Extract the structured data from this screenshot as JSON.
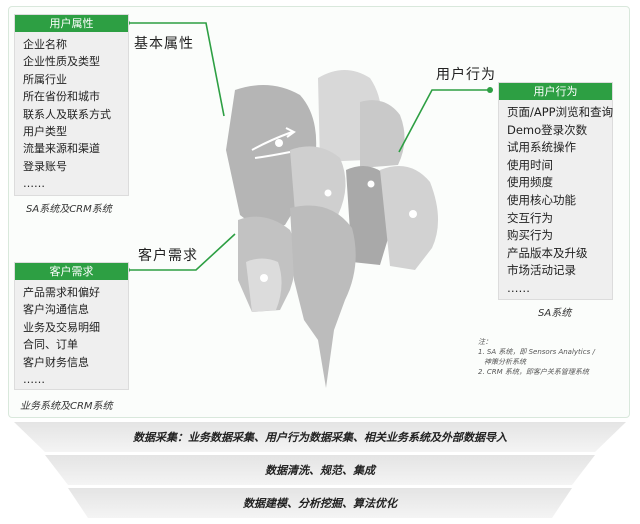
{
  "connectors": {
    "basic": "基本属性",
    "behavior": "用户行为",
    "needs": "客户需求"
  },
  "panels": {
    "attributes": {
      "title": "用户属性",
      "items": [
        "企业名称",
        "企业性质及类型",
        "所属行业",
        "所在省份和城市",
        "联系人及联系方式",
        "用户类型",
        "流量来源和渠道",
        "登录账号",
        "……"
      ],
      "caption": "SA系统及CRM系统"
    },
    "needs": {
      "title": "客户需求",
      "items": [
        "产品需求和偏好",
        "客户沟通信息",
        "业务及交易明细",
        "合同、订单",
        "客户财务信息",
        "……"
      ],
      "caption": "业务系统及CRM系统"
    },
    "behavior": {
      "title": "用户行为",
      "items": [
        "页面/APP浏览和查询",
        "Demo登录次数",
        "试用系统操作",
        "使用时间",
        "使用频度",
        "使用核心功能",
        "交互行为",
        "购买行为",
        "产品版本及升级",
        "市场活动记录",
        "……"
      ],
      "caption": "SA系统"
    }
  },
  "notes": {
    "label": "注：",
    "line1": "1. SA 系统，即 Sensors Analytics /",
    "line2": "神策分析系统",
    "line3": "2. CRM 系统，即客户关系管理系统"
  },
  "bands": [
    "数据采集：业务数据采集、用户行为数据采集、相关业务系统及外部数据导入",
    "数据清洗、规范、集成",
    "数据建模、分析挖掘、算法优化"
  ],
  "colors": {
    "accent": "#2d9f43",
    "panel_bg": "#efefef"
  }
}
